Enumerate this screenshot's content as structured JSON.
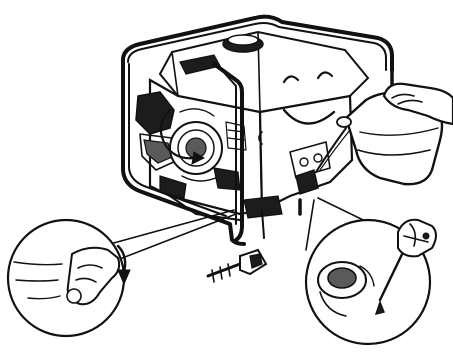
{
  "illustration": {
    "subject": "generator-oil-drain-and-refill",
    "parts": [
      "generator-frame",
      "fuel-tank",
      "engine",
      "cartoon-face",
      "oil-jug",
      "oil-filler-cap",
      "drain-bolt",
      "drain-detail-callout",
      "filler-detail-callout"
    ]
  },
  "colors": {
    "ink": "#111111",
    "paper": "#ffffff",
    "shade": "#5a5a5a"
  }
}
